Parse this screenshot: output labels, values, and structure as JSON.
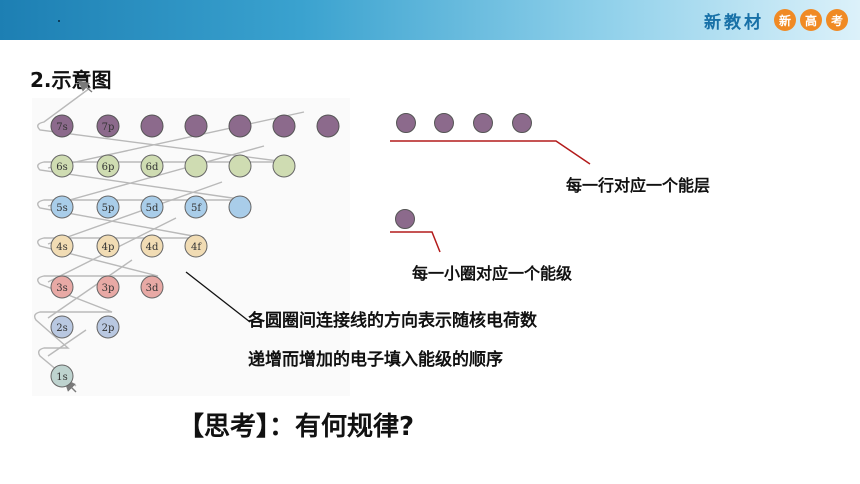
{
  "header": {
    "brand_text": "新教材",
    "badges": [
      "新",
      "高",
      "考"
    ]
  },
  "heading": "2.示意图",
  "orbitals": {
    "row7": [
      "7s",
      "7p"
    ],
    "row6": [
      "6s",
      "6p",
      "6d"
    ],
    "row5": [
      "5s",
      "5p",
      "5d",
      "5f"
    ],
    "row4": [
      "4s",
      "4p",
      "4d",
      "4f"
    ],
    "row3": [
      "3s",
      "3p",
      "3d"
    ],
    "row2": [
      "2s",
      "2p"
    ],
    "row1": [
      "1s"
    ]
  },
  "labels": {
    "row_label": "每一行对应一个能层",
    "circle_label": "每一小圈对应一个能级",
    "desc_line1": "各圆圈间连接线的方向表示随核电荷数",
    "desc_line2": "递增而增加的电子填入能级的顺序"
  },
  "question": "【思考】：有何规律?",
  "colors": {
    "row7": "#8c6a8c",
    "row6": "#cfdcb2",
    "row5": "#a9cde9",
    "row4": "#f1dcb4",
    "row3": "#e8a9a5",
    "row2": "#b9c8e1",
    "row1": "#bed3cf"
  }
}
